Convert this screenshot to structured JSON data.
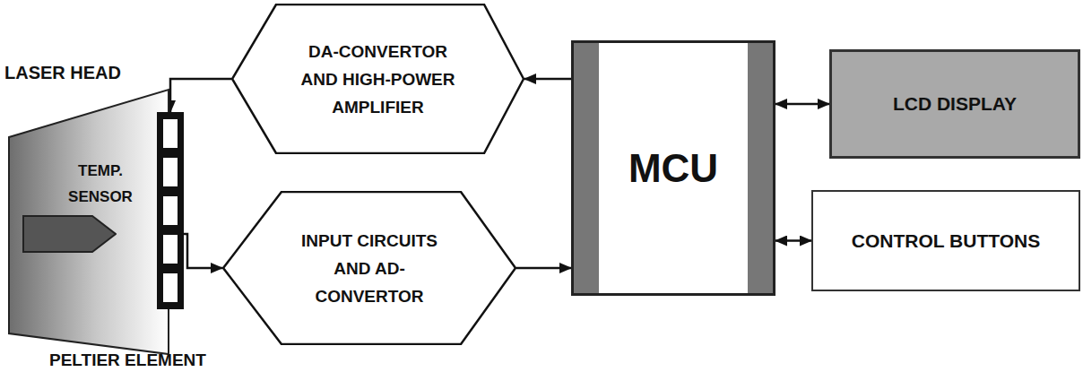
{
  "diagram": {
    "nodes": [
      {
        "text": [
          "LASER HEAD"
        ]
      },
      {
        "text": [
          "TEMP. SENSOR"
        ],
        "in": 0
      },
      {
        "text": [
          "PELTIER ELEMENT"
        ]
      },
      {
        "text": [
          "DA-CONVERTOR AND HIGH-POWER AMPLIFIER"
        ]
      },
      {
        "text": [
          "MCU"
        ]
      },
      {
        "text": [
          "LCD DISPLAY"
        ]
      },
      {
        "text": [
          "INPUT CIRCUITS AND AD-CONVERTOR"
        ]
      },
      {
        "text": [
          "CONTROL BUTTONS"
        ]
      }
    ],
    "edges": [
      {
        "from": 4,
        "to": 3,
        "arrow": "to"
      },
      {
        "from": 3,
        "to": 2,
        "arrow": "to"
      },
      {
        "from": 1,
        "to": 6,
        "arrow": "to"
      },
      {
        "from": 6,
        "to": 4,
        "arrow": "to"
      },
      {
        "from": 4,
        "to": 5,
        "arrow": "both"
      },
      {
        "from": 4,
        "to": 7,
        "arrow": "both"
      }
    ]
  }
}
